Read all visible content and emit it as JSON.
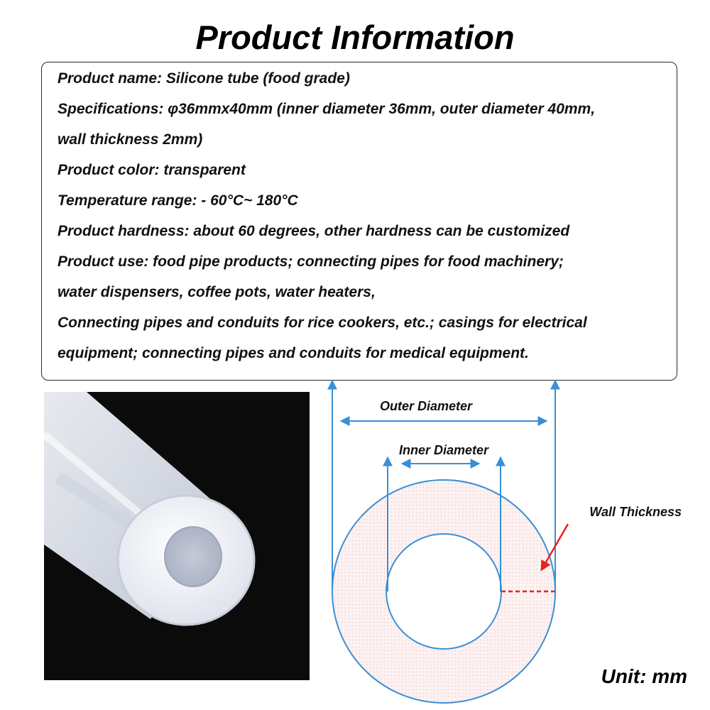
{
  "title": "Product Information",
  "info_lines": [
    "Product name: Silicone tube (food grade)",
    "Specifications: φ36mmx40mm (inner diameter 36mm, outer diameter 40mm,",
    "wall thickness 2mm)",
    "Product color: transparent",
    "Temperature range: - 60°C~ 180°C",
    "Product hardness: about 60 degrees, other hardness can be customized",
    "Product use: food pipe products; connecting pipes for food machinery;",
    "water dispensers, coffee pots, water heaters,",
    "Connecting pipes and conduits for rice cookers, etc.; casings for electrical",
    "equipment; connecting pipes and conduits for medical equipment."
  ],
  "diagram": {
    "outer_label": "Outer Diameter",
    "inner_label": "Inner Diameter",
    "wall_label": "Wall Thickness",
    "unit_label": "Unit: mm"
  },
  "colors": {
    "diagram_blue": "#3a8fd6",
    "arrow_red": "#e8221f",
    "photo_background": "#0b0b0b",
    "tube_color": "#e9ecf3"
  },
  "icons": {
    "photo": "silicone-tube-photo",
    "wall_pointer": "red-arrow-icon"
  }
}
